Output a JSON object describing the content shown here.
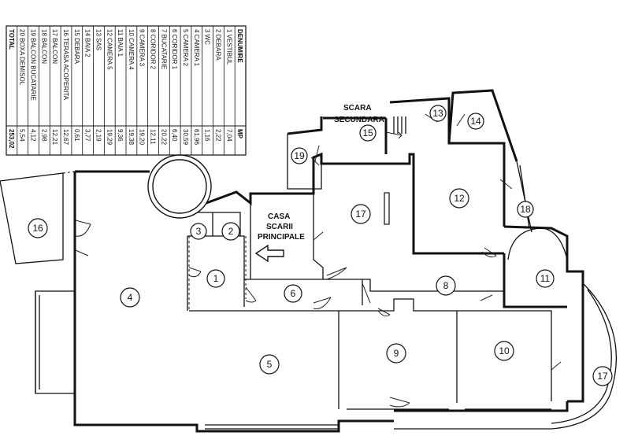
{
  "table": {
    "header_name": "DENUMIRE",
    "header_area": "MP",
    "rows": [
      {
        "name": "1 VESTIBUL",
        "area": "7,04"
      },
      {
        "name": "2 DEBARA",
        "area": "2,22"
      },
      {
        "name": "3 WC",
        "area": "1,16"
      },
      {
        "name": "4 CAMERA 1",
        "area": "61,96"
      },
      {
        "name": "5 CAMERA 2",
        "area": "30,59"
      },
      {
        "name": "6 CORIDOR 1",
        "area": "6,40"
      },
      {
        "name": "7 BUCATARIE",
        "area": "20,22"
      },
      {
        "name": "8 CORIDOR 2",
        "area": "12,11"
      },
      {
        "name": "9 CAMERA 3",
        "area": "19,20"
      },
      {
        "name": "10 CAMERA 4",
        "area": "19,38"
      },
      {
        "name": "11 BAIA 1",
        "area": "9,36"
      },
      {
        "name": "12 CAMERA 5",
        "area": "19,29"
      },
      {
        "name": "13 SAS",
        "area": "2,19"
      },
      {
        "name": "14 BAIA 2",
        "area": "3,77"
      },
      {
        "name": "15 DEBARA",
        "area": "0,61"
      },
      {
        "name": "16 TERASA ACOPERITA",
        "area": "12,67"
      },
      {
        "name": "17 BALCON",
        "area": "12,21"
      },
      {
        "name": "18 BALCON",
        "area": "2,98"
      },
      {
        "name": "19 BALCON BUCATARIE",
        "area": "4,12"
      },
      {
        "name": "20 BOXA DEMISOL",
        "area": "5,54"
      }
    ],
    "total_label": "TOTAL",
    "total_area": "253,02"
  },
  "annotations": {
    "main_stair": [
      "CASA",
      "SCARII",
      "PRINCIPALE"
    ],
    "secondary_stair": [
      "SCARA",
      "SECUNDARA"
    ]
  },
  "room_labels": [
    "1",
    "2",
    "3",
    "4",
    "5",
    "6",
    "17",
    "8",
    "9",
    "10",
    "11",
    "12",
    "13",
    "14",
    "15",
    "16",
    "17",
    "18",
    "19"
  ]
}
